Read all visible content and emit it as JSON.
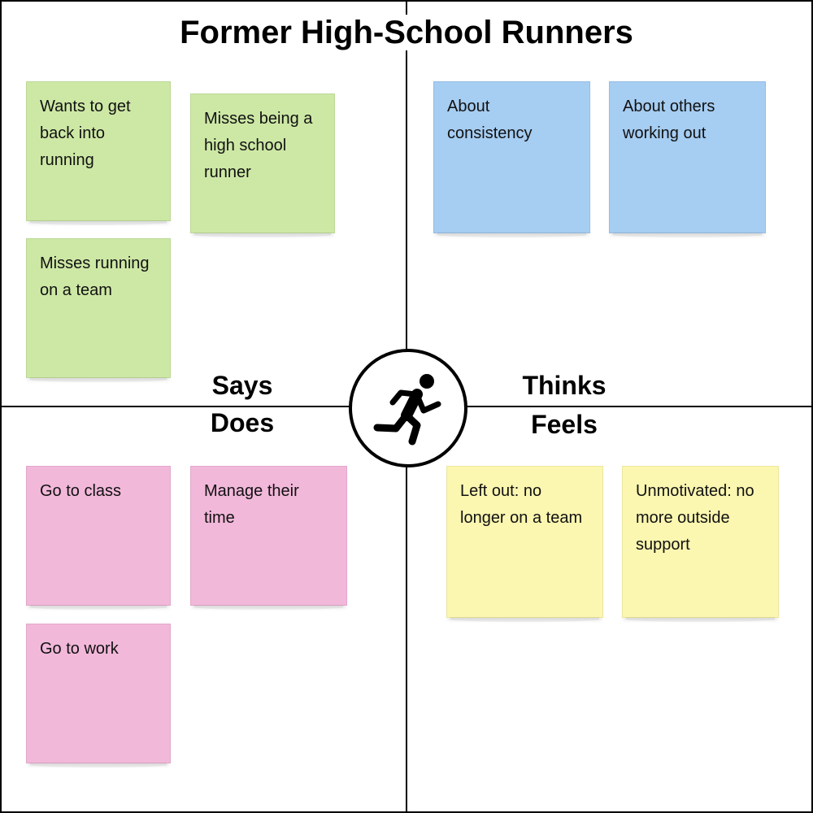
{
  "title": "Former High-School Runners",
  "quadrants": {
    "says": "Says",
    "thinks": "Thinks",
    "does": "Does",
    "feels": "Feels"
  },
  "center_icon": "running-person-icon",
  "colors": {
    "says": "#cde8a5",
    "thinks": "#a6cdf2",
    "does": "#f2b8da",
    "feels": "#fbf6b0"
  },
  "notes": {
    "says": [
      "Wants to get back into running",
      "Misses being a high school runner",
      "Misses running on a team"
    ],
    "thinks": [
      "About consistency",
      "About others working out"
    ],
    "does": [
      "Go to class",
      "Manage their time",
      "Go to work"
    ],
    "feels": [
      "Left out: no longer on a team",
      "Unmotivated: no more outside support"
    ]
  }
}
